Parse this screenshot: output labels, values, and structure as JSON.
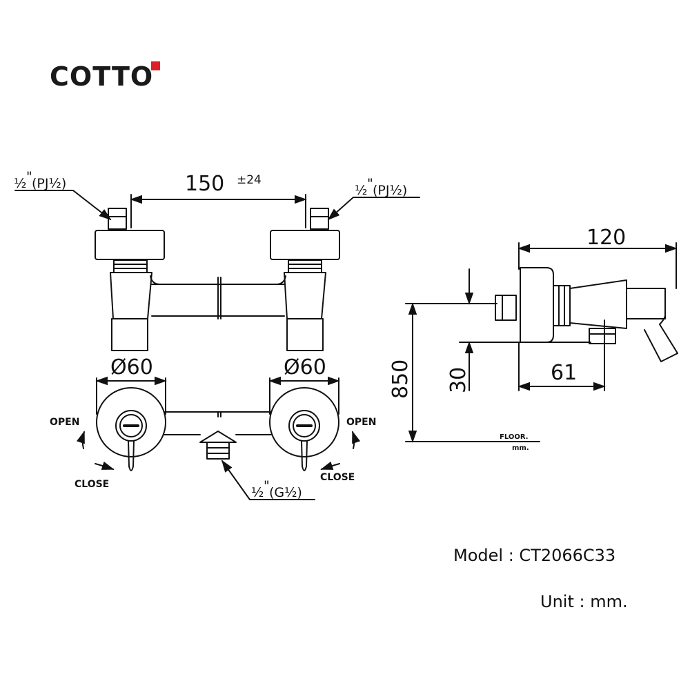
{
  "brand": {
    "name": "COTTO",
    "accent_color": "#e01e26"
  },
  "drawing": {
    "front_view": {
      "center_distance": "150",
      "center_tolerance": "±24",
      "inlet_left": {
        "fraction": "½",
        "quote": "\"",
        "spec": "(PJ½)"
      },
      "inlet_right": {
        "fraction": "½",
        "quote": "\"",
        "spec": "(PJ½)"
      }
    },
    "top_view": {
      "diameter_left": "Ø60",
      "diameter_right": "Ø60",
      "open_left": "OPEN",
      "open_right": "OPEN",
      "close_left": "CLOSE",
      "close_right": "CLOSE",
      "outlet": {
        "fraction": "½",
        "quote": "\"",
        "spec": "(G½)"
      }
    },
    "side_view": {
      "depth": "120",
      "outlet_offset": "61",
      "outlet_drop": "30",
      "height_from_floor": "850",
      "floor_label": "FLOOR.",
      "floor_unit": "mm."
    }
  },
  "footer": {
    "model": "Model : CT2066C33",
    "unit": "Unit : mm."
  }
}
